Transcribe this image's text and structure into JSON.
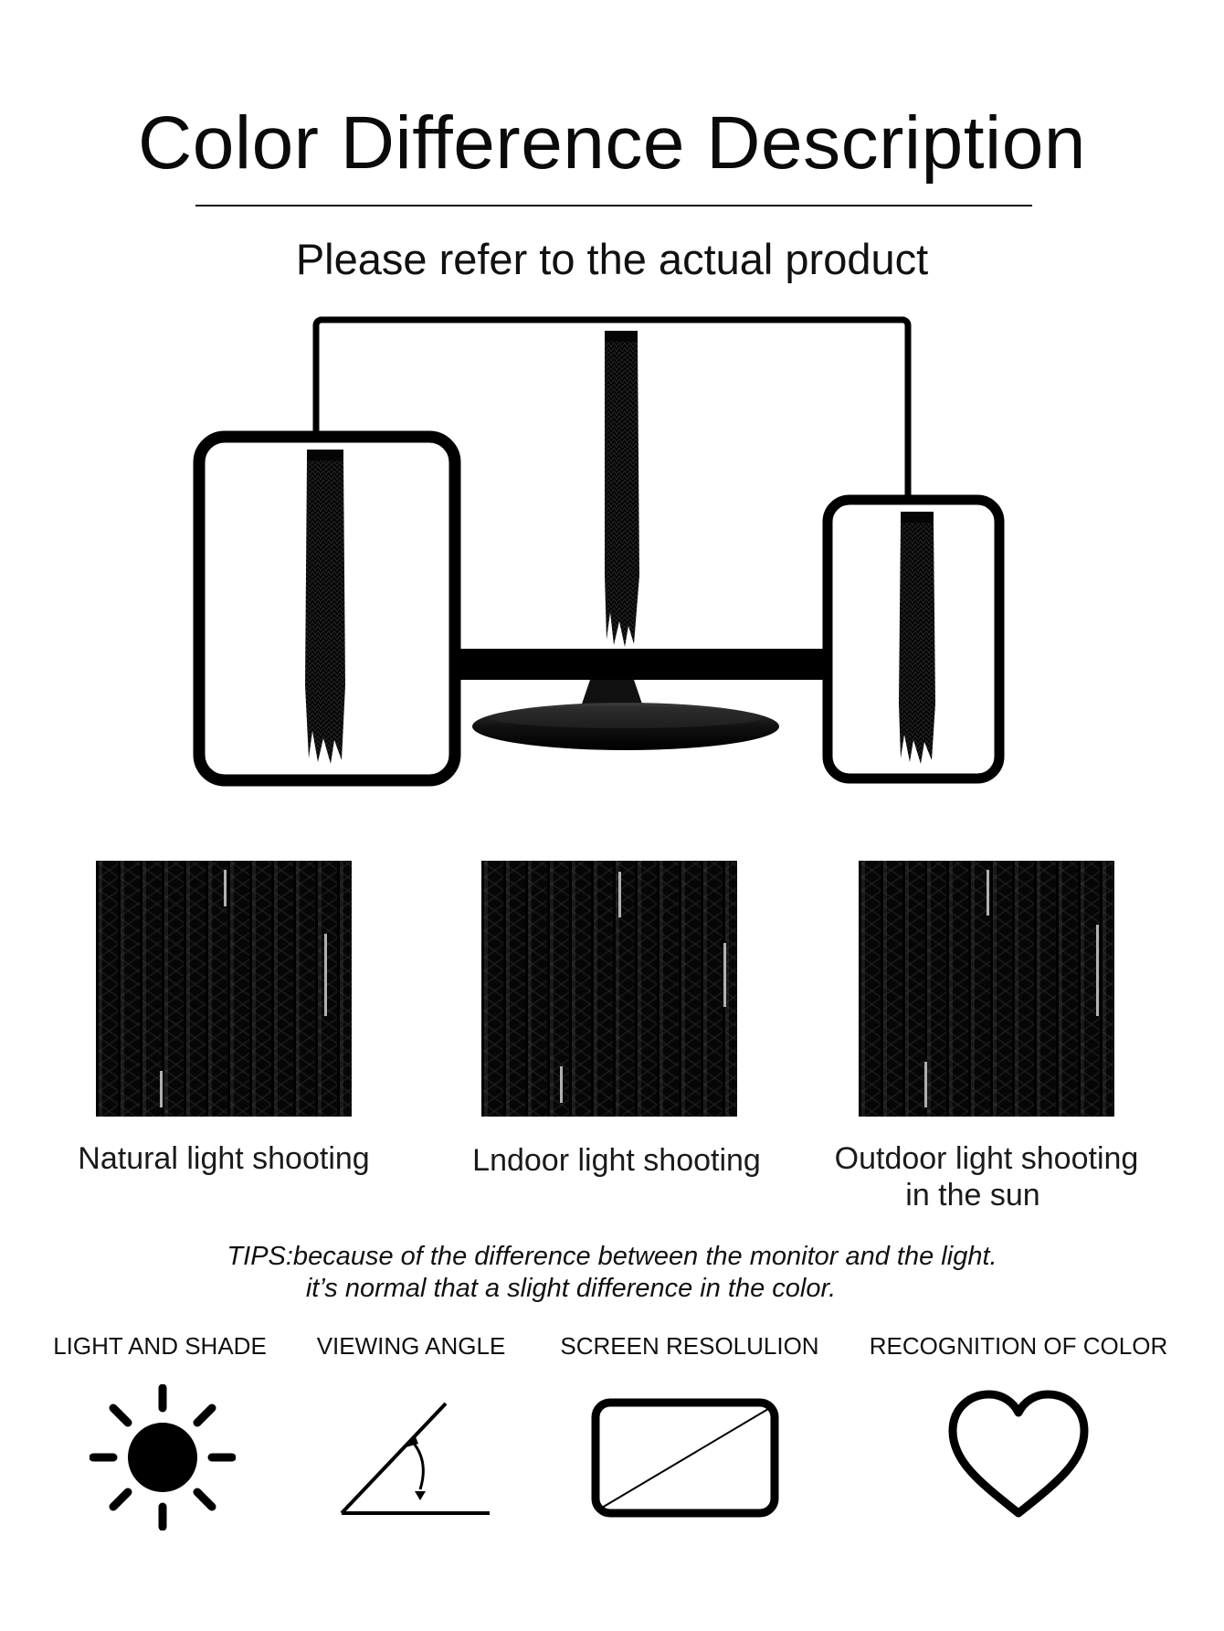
{
  "header": {
    "title": "Color Difference Description",
    "subtitle": "Please refer to the actual product"
  },
  "lighting_samples": [
    {
      "caption": "Natural light shooting"
    },
    {
      "caption": "Lndoor light shooting"
    },
    {
      "caption_line1": "Outdoor light shooting",
      "caption_line2": "in the sun"
    }
  ],
  "tips": {
    "line1": "TIPS:because of the difference between the monitor and the light.",
    "line2": "it’s normal that a slight difference in the color."
  },
  "factors": [
    {
      "label": "LIGHT AND SHADE",
      "icon": "sun-icon"
    },
    {
      "label": "VIEWING ANGLE",
      "icon": "angle-icon"
    },
    {
      "label": "SCREEN RESOLULION",
      "icon": "screen-icon"
    },
    {
      "label": "RECOGNITION OF COLOR",
      "icon": "heart-icon"
    }
  ],
  "colors": {
    "text": "#111111",
    "hair": "#070707",
    "background": "#ffffff"
  }
}
